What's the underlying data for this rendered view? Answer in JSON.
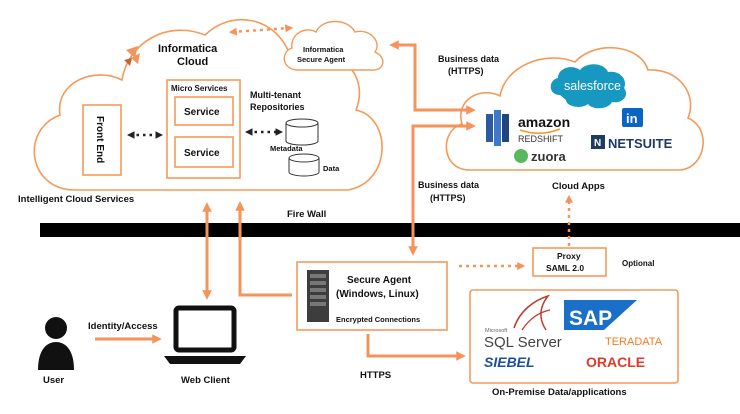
{
  "cloud": {
    "informatica_title_1": "Informatica",
    "informatica_title_2": "Cloud",
    "microservices_title": "Micro Services",
    "service_1": "Service",
    "service_2": "Service",
    "front_end": "Front End",
    "multitenant_1": "Multi-tenant",
    "multitenant_2": "Repositories",
    "metadata": "Metadata",
    "data": "Data",
    "footer": "Intelligent Cloud Services"
  },
  "secure_agent_cloud": {
    "line1": "Informatica",
    "line2": "Secure Agent"
  },
  "business_top": {
    "line1": "Business data",
    "line2": "(HTTPS)"
  },
  "business_mid": {
    "line1": "Business data",
    "line2": "(HTTPS)"
  },
  "cloud_apps": {
    "label": "Cloud Apps",
    "salesforce": "salesforce",
    "amazon": "amazon",
    "redshift": "REDSHIFT",
    "linkedin": "in",
    "zuora": "zuora",
    "netsuite_n": "N",
    "netsuite": "NETSUITE"
  },
  "firewall": "Fire Wall",
  "proxy": {
    "line1": "Proxy",
    "line2": "SAML 2.0"
  },
  "optional": "Optional",
  "secure_agent": {
    "line1": "Secure Agent",
    "line2": "(Windows, Linux)",
    "line3": "Encrypted Connections"
  },
  "on_prem": {
    "label": "On-Premise Data/applications",
    "microsoft": "Microsoft",
    "sql_server": "SQL Server",
    "sap": "SAP",
    "teradata": "TERADATA",
    "siebel": "SIEBEL",
    "oracle": "ORACLE"
  },
  "identity": "Identity/Access",
  "user": "User",
  "web_client": "Web Client",
  "https": "HTTPS",
  "colors": {
    "accent": "#f5935a",
    "salesforce": "#1798c1",
    "sap": "#1a6fc9",
    "oracle": "#e03a2c",
    "siebel": "#1d4f9c",
    "teradata": "#f47b20",
    "linkedin": "#0a66c2"
  }
}
